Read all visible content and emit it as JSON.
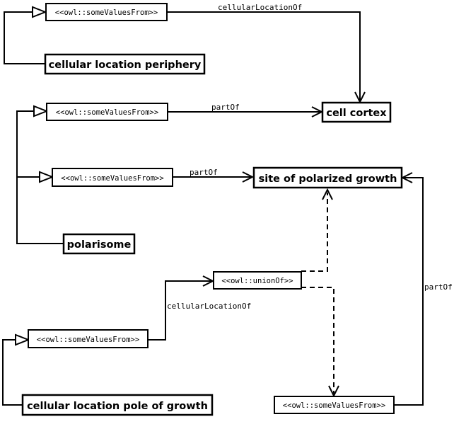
{
  "nodes": {
    "svf1": "<<owl::someValuesFrom>>",
    "svf2": "<<owl::someValuesFrom>>",
    "svf3": "<<owl::someValuesFrom>>",
    "svf4": "<<owl::someValuesFrom>>",
    "svf5": "<<owl::someValuesFrom>>",
    "union": "<<owl::unionOf>>",
    "cell_location_periphery": "cellular location periphery",
    "cell_cortex": "cell cortex",
    "site_polarized_growth": "site of polarized growth",
    "polarisome": "polarisome",
    "cell_location_pole": "cellular location pole of growth"
  },
  "edges": {
    "e1": "cellularLocationOf",
    "e2": "partOf",
    "e3": "partOf",
    "e4": "cellularLocationOf",
    "e5": "partOf"
  }
}
